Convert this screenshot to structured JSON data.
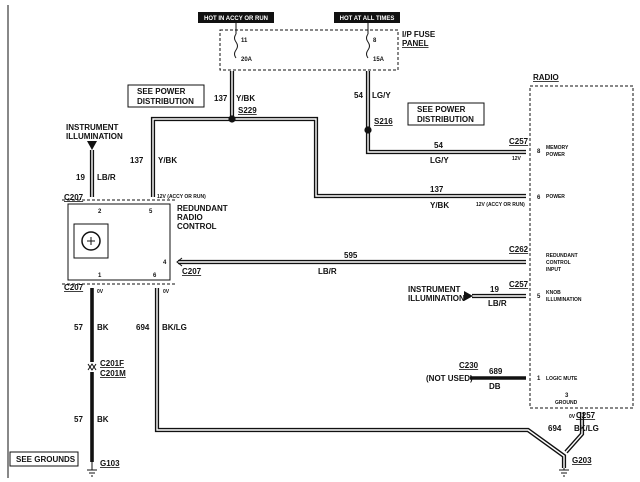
{
  "fuse_panel": {
    "header_left": "HOT IN ACCY OR RUN",
    "header_right": "HOT AT ALL TIMES",
    "title_1": "I/P FUSE",
    "title_2": "PANEL",
    "fuse_left_num": "11",
    "fuse_left_rating": "20A",
    "fuse_right_num": "8",
    "fuse_right_rating": "15A"
  },
  "notes": {
    "power_dist_1a": "SEE POWER",
    "power_dist_1b": "DISTRIBUTION",
    "power_dist_2a": "SEE POWER",
    "power_dist_2b": "DISTRIBUTION",
    "grounds": "SEE GROUNDS"
  },
  "instrument_illum_left": {
    "line1": "INSTRUMENT",
    "line2": "ILLUMINATION"
  },
  "instrument_illum_right": {
    "line1": "INSTRUMENT",
    "line2": "ILLUMINATION"
  },
  "redundant_control": {
    "line1": "REDUNDANT",
    "line2": "RADIO",
    "line3": "CONTROL",
    "pin2": "2",
    "pin5": "5",
    "pin1": "1",
    "pin6": "6",
    "pin4": "4",
    "v12": "12V (ACCY OR RUN)",
    "v0_left": "0V",
    "v0_right": "0V"
  },
  "radio": {
    "title": "RADIO",
    "pin8": "8",
    "memory_1": "MEMORY",
    "memory_2": "POWER",
    "v12_mem": "12V",
    "pin6": "6",
    "power": "POWER",
    "v12_pow": "12V (ACCY OR RUN)",
    "redundant_1": "REDUNDANT",
    "redundant_2": "CONTROL",
    "redundant_3": "INPUT",
    "pin5": "5",
    "knob_1": "KNOB",
    "knob_2": "ILLUMINATION",
    "pin1": "1",
    "logic_mute": "LOGIC MUTE",
    "pin3": "3",
    "ground": "GROUND",
    "v0": "0V"
  },
  "connectors": {
    "s229": "S229",
    "s216": "S216",
    "c257_a": "C257",
    "c257_b": "C257",
    "c257_c": "C257",
    "c207_a": "C207",
    "c207_b": "C207",
    "c207_c": "C207",
    "c262": "C262",
    "c230": "C230",
    "not_used": "(NOT USED)",
    "c201f": "C201F",
    "c201m": "C201M",
    "g103": "G103",
    "g203": "G203"
  },
  "circuits": {
    "c137_a_num": "137",
    "c137_a_col": "Y/BK",
    "c137_b_num": "137",
    "c137_b_col": "Y/BK",
    "c137_c_num": "137",
    "c137_c_col": "Y/BK",
    "c54_a_num": "54",
    "c54_a_col": "LG/Y",
    "c54_b_num": "54",
    "c54_b_col": "LG/Y",
    "c19_a_num": "19",
    "c19_a_col": "LB/R",
    "c19_b_num": "19",
    "c19_b_col": "LB/R",
    "c595_num": "595",
    "c595_col": "LB/R",
    "c57_a_num": "57",
    "c57_a_col": "BK",
    "c57_b_num": "57",
    "c57_b_col": "BK",
    "c694_a_num": "694",
    "c694_a_col": "BK/LG",
    "c694_b_num": "694",
    "c694_b_col": "BK/LG",
    "c689_num": "689",
    "c689_col": "DB"
  }
}
